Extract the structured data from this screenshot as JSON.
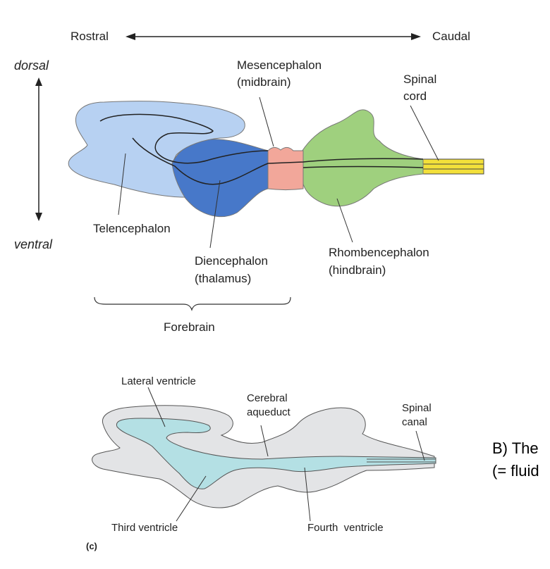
{
  "top_diagram": {
    "rostral": "Rostral",
    "caudal": "Caudal",
    "dorsal": "dorsal",
    "ventral": "ventral",
    "mesencephalon": "Mesencephalon",
    "midbrain": "(midbrain)",
    "spinal_cord_1": "Spinal",
    "spinal_cord_2": "cord",
    "telencephalon": "Telencephalon",
    "diencephalon": "Diencephalon",
    "thalamus": "(thalamus)",
    "rhombencephalon": "Rhombencephalon",
    "hindbrain": "(hindbrain)",
    "forebrain": "Forebrain",
    "colors": {
      "telencephalon": "#b7d1f2",
      "diencephalon": "#4778c9",
      "mesencephalon": "#f2a79a",
      "rhombencephalon": "#9fd07e",
      "spinal_cord": "#f3e03a"
    }
  },
  "bottom_diagram": {
    "lateral_ventricle": "Lateral ventricle",
    "cerebral_1": "Cerebral",
    "aqueduct": "aqueduct",
    "spinal_1": "Spinal",
    "canal": "canal",
    "third_ventricle": "Third ventricle",
    "fourth_ventricle": "Fourth  ventricle",
    "panel": "(c)",
    "colors": {
      "tissue": "#e3e4e6",
      "ventricle": "#b4e0e4"
    }
  },
  "side_text": {
    "line1": "B) The",
    "line2": "(= fluid"
  }
}
